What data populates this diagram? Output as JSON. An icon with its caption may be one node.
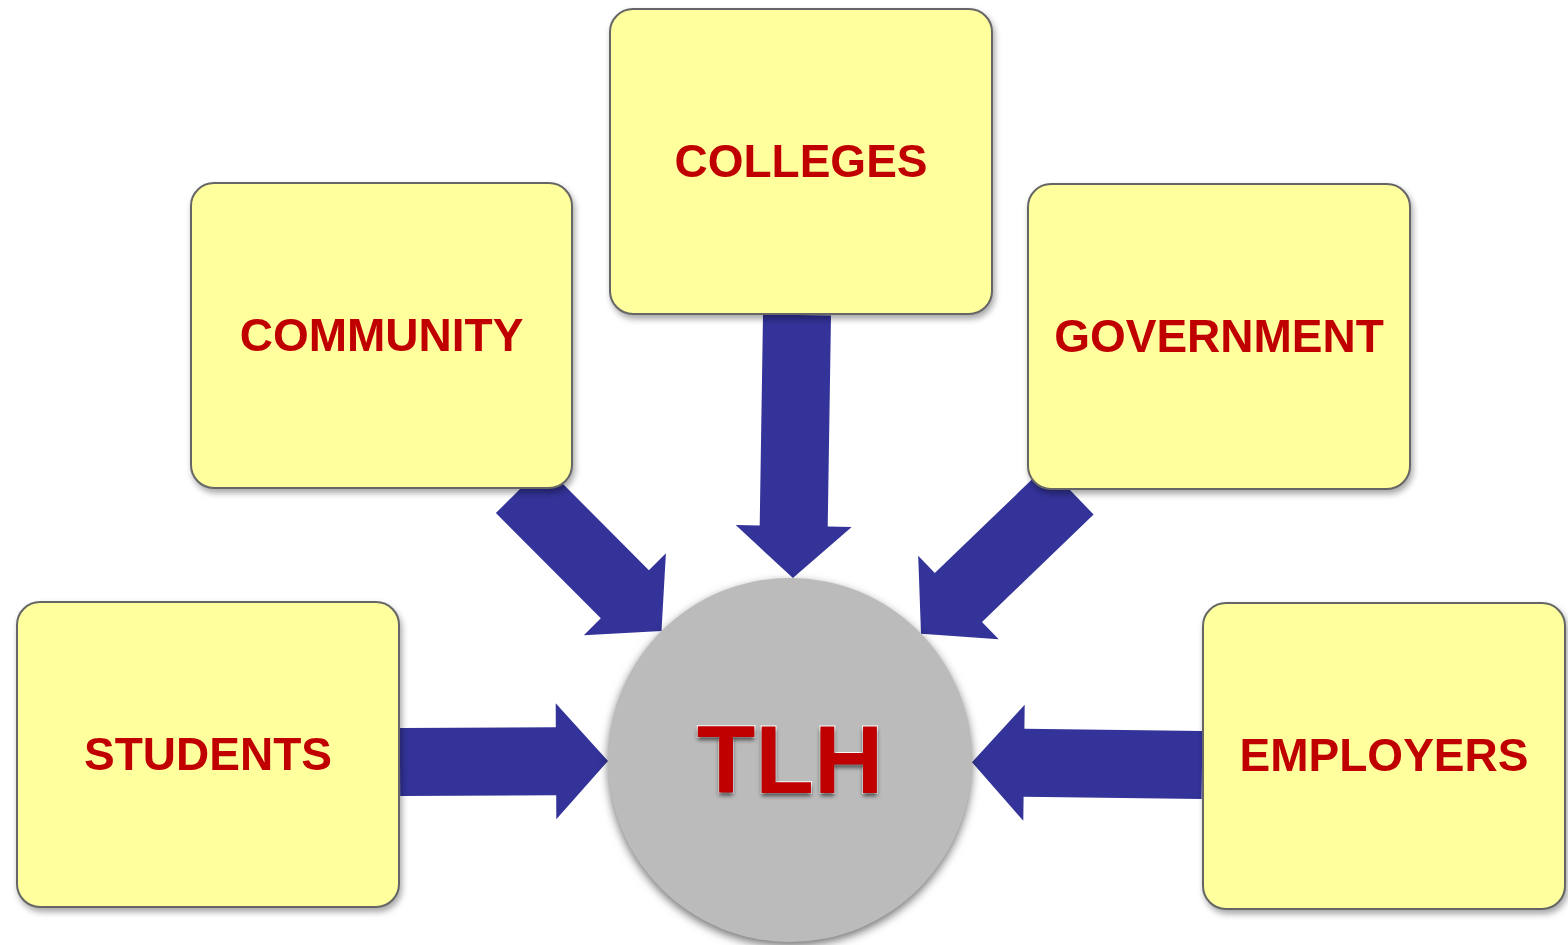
{
  "diagram": {
    "nodes": [
      {
        "text": [
          "COLLEGES"
        ]
      },
      {
        "text": [
          "COMMUNITY"
        ]
      },
      {
        "text": [
          "GOVERNMENT"
        ]
      },
      {
        "text": [
          "STUDENTS"
        ]
      },
      {
        "text": [
          "EMPLOYERS"
        ]
      },
      {
        "text": [
          "TLH"
        ]
      }
    ],
    "edges": [
      {
        "from": 0,
        "to": 5,
        "arrow": "to"
      },
      {
        "from": 1,
        "to": 5,
        "arrow": "to"
      },
      {
        "from": 2,
        "to": 5,
        "arrow": "to"
      },
      {
        "from": 3,
        "to": 5,
        "arrow": "to"
      },
      {
        "from": 4,
        "to": 5,
        "arrow": "to"
      }
    ]
  }
}
